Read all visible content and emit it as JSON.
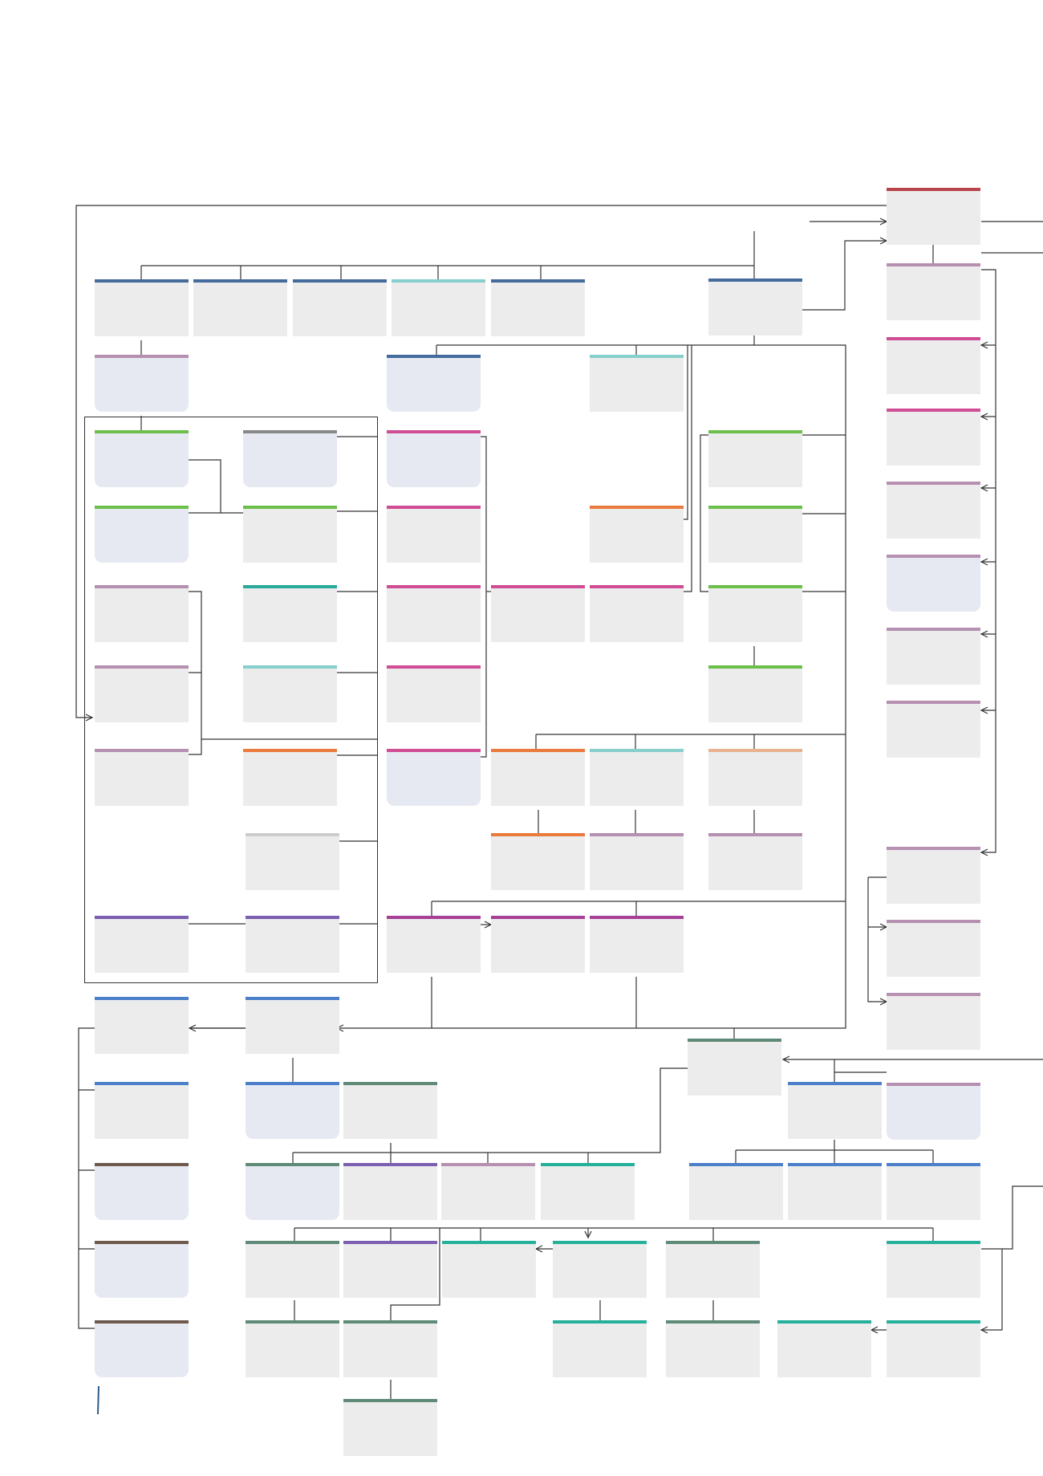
{
  "diagram": {
    "type": "process-flowchart",
    "labels_visible": false,
    "node_fill": "#ececec",
    "node_fill_alt": "#e6e9f2",
    "line_color": "#333333",
    "palette": {
      "red": "#b9444b",
      "navy": "#456b9c",
      "teal_light": "#86cfcd",
      "mauve": "#b690b0",
      "magenta": "#d04d95",
      "green": "#6cbf4a",
      "gray": "#888888",
      "gray_light": "#cccccc",
      "teal": "#2aaa9a",
      "orange": "#ea7a3d",
      "peach": "#e9b28e",
      "purple": "#7b5fb0",
      "plum": "#a64097",
      "blue": "#4b7fc9",
      "brown": "#6e5a4c",
      "sage": "#5f8a77",
      "teal_mid": "#25b09b",
      "mark": "#2e5c8a"
    },
    "node_count": 98,
    "connector_style": "orthogonal lines with open arrowheads"
  }
}
